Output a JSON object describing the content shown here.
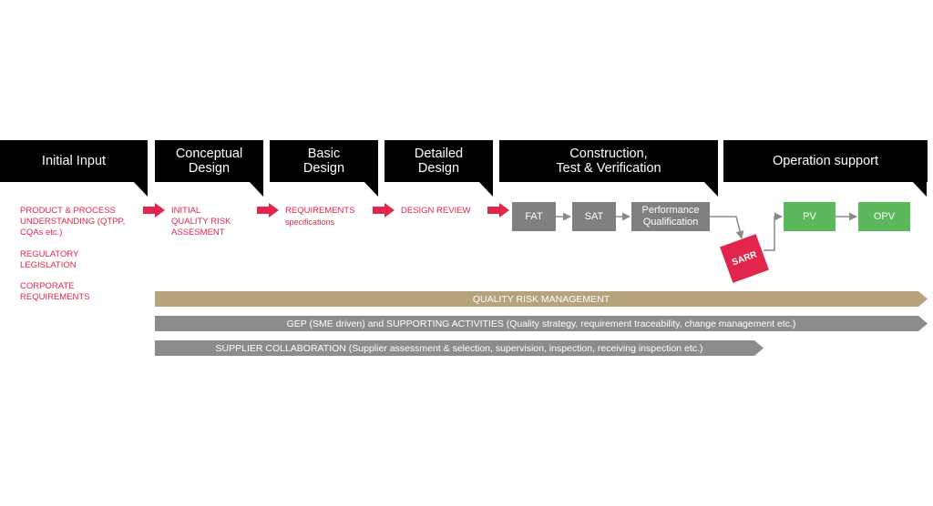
{
  "phases": [
    {
      "line1": "Initial Input",
      "line2": ""
    },
    {
      "line1": "Conceptual",
      "line2": "Design"
    },
    {
      "line1": "Basic",
      "line2": "Design"
    },
    {
      "line1": "Detailed",
      "line2": "Design"
    },
    {
      "line1": "Construction,",
      "line2": "Test & Verification"
    },
    {
      "line1": "Operation support",
      "line2": ""
    }
  ],
  "inputs": {
    "product": "PRODUCT & PROCESS\nUNDERSTANDING (QTPP,\nCQAs etc.)",
    "regulatory": "REGULATORY\nLEGISLATION",
    "corporate": "CORPORATE\nREQUIREMENTS"
  },
  "conceptual_text": "INITIAL\nQUALITY RISK\nASSESMENT",
  "basic_text": {
    "main": "REQUIREMENTS",
    "sub": "specifications"
  },
  "detailed_text": "DESIGN REVIEW",
  "steps": {
    "fat": "FAT",
    "sat": "SAT",
    "pq": "Performance\nQualification",
    "sarr": "SARR",
    "pv": "PV",
    "opv": "OPV"
  },
  "bands": {
    "qrm": "QUALITY RISK MANAGEMENT",
    "gep": "GEP (SME driven) and SUPPORTING ACTIVITIES (Quality strategy, requirement traceability, change management etc.)",
    "supplier": "SUPPLIER COLLABORATION (Supplier assessment & selection, supervision, inspection, receiving inspection etc.)"
  },
  "colors": {
    "header": "#000000",
    "accent_red": "#e2254a",
    "step_grey": "#808080",
    "step_green": "#5cb85c",
    "band_gold": "#b6a37d",
    "band_grey": "#8c8c8c"
  }
}
